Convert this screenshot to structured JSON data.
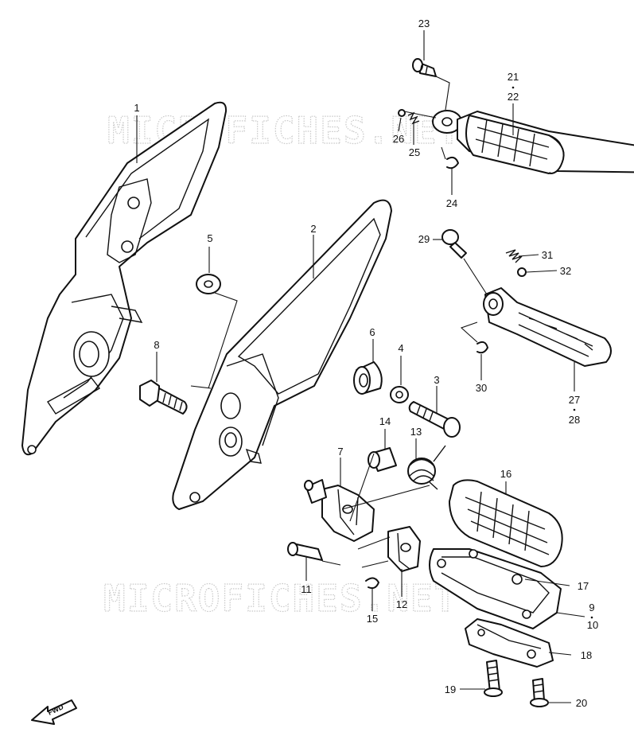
{
  "watermark": "MICROFICHES.NET",
  "fwd_label": "FWD",
  "parts": [
    {
      "id": "p1",
      "label": "1"
    },
    {
      "id": "p2",
      "label": "2"
    },
    {
      "id": "p3",
      "label": "3"
    },
    {
      "id": "p4",
      "label": "4"
    },
    {
      "id": "p5",
      "label": "5"
    },
    {
      "id": "p6",
      "label": "6"
    },
    {
      "id": "p7",
      "label": "7"
    },
    {
      "id": "p8",
      "label": "8"
    },
    {
      "id": "p9",
      "label": "9"
    },
    {
      "id": "p10",
      "label": "10"
    },
    {
      "id": "p11",
      "label": "11"
    },
    {
      "id": "p12",
      "label": "12"
    },
    {
      "id": "p13",
      "label": "13"
    },
    {
      "id": "p14",
      "label": "14"
    },
    {
      "id": "p15",
      "label": "15"
    },
    {
      "id": "p16",
      "label": "16"
    },
    {
      "id": "p17",
      "label": "17"
    },
    {
      "id": "p18",
      "label": "18"
    },
    {
      "id": "p19",
      "label": "19"
    },
    {
      "id": "p20",
      "label": "20"
    },
    {
      "id": "p21",
      "label": "21"
    },
    {
      "id": "p22",
      "label": "22"
    },
    {
      "id": "p23",
      "label": "23"
    },
    {
      "id": "p24",
      "label": "24"
    },
    {
      "id": "p25",
      "label": "25"
    },
    {
      "id": "p26",
      "label": "26"
    },
    {
      "id": "p27",
      "label": "27"
    },
    {
      "id": "p28",
      "label": "28"
    },
    {
      "id": "p29",
      "label": "29"
    },
    {
      "id": "p30",
      "label": "30"
    },
    {
      "id": "p31",
      "label": "31"
    },
    {
      "id": "p32",
      "label": "32"
    }
  ]
}
